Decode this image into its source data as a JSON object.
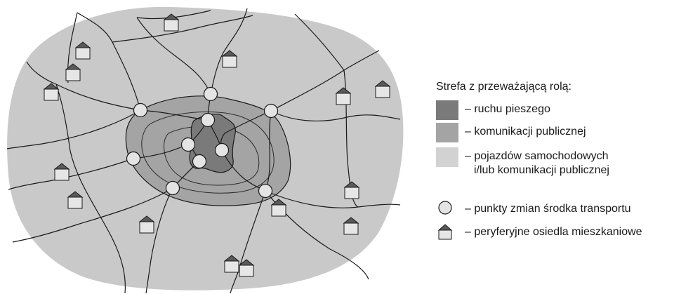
{
  "legend": {
    "title": "Strefa z przeważającą rolą:",
    "zones": [
      {
        "label": "– ruchu pieszego",
        "color": "#7a7a7a"
      },
      {
        "label": "– komunikacji publicznej",
        "color": "#a4a4a4"
      },
      {
        "label_line1": "– pojazdów samochodowych",
        "label_line2": "i/lub komunikacji publicznej",
        "color": "#d2d2d2"
      }
    ],
    "symbols": [
      {
        "label": "– punkty zmian środka transportu",
        "icon": "circle-icon"
      },
      {
        "label": "– peryferyjne osiedla mieszkaniowe",
        "icon": "house-icon"
      }
    ]
  },
  "colors": {
    "outer_zone": "#c9c9c9",
    "middle_zone": "#a4a4a4",
    "core_zone": "#7a7a7a",
    "node_fill": "#e4e4e4",
    "house_roof": "#5a5a5a",
    "house_wall": "#e6e6e6",
    "line": "#1a1a1a"
  }
}
